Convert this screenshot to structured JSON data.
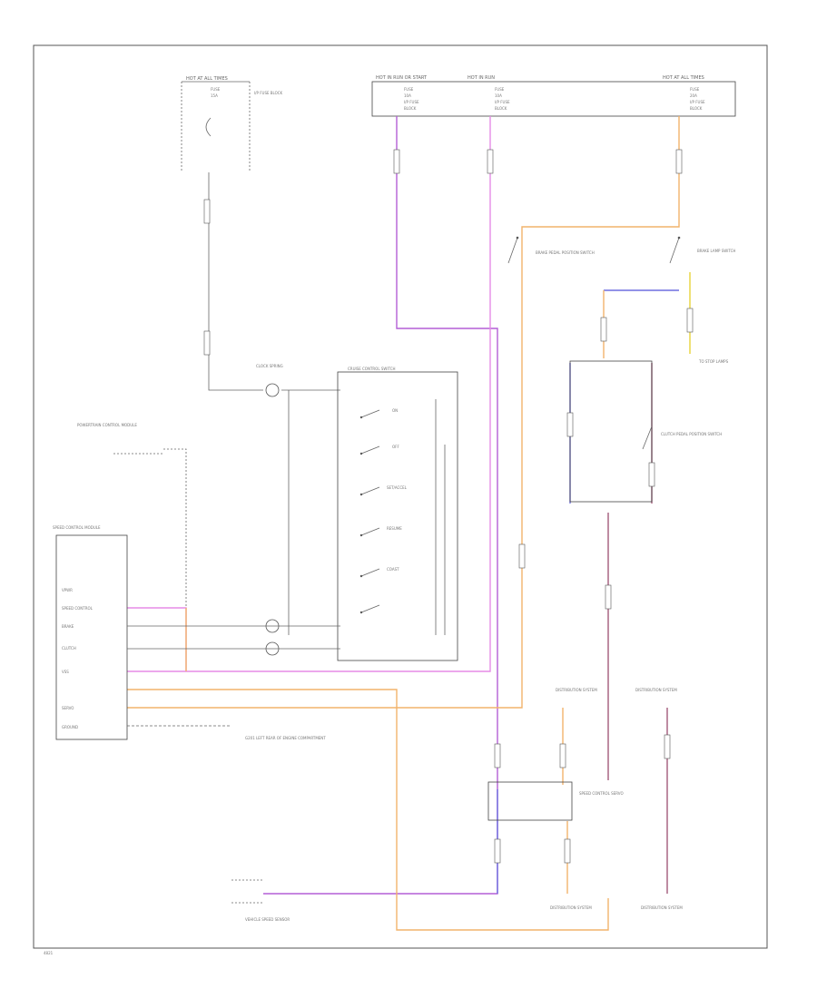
{
  "diagram_code": "4821",
  "top_connectors": {
    "left": [
      "HOT AT ALL TIMES"
    ],
    "left_lines": [
      "FUSE",
      "15A",
      "I/P FUSE BLOCK"
    ],
    "center_header": "HOT IN RUN OR START",
    "center_sub": "HOT IN RUN",
    "right_header": "HOT AT ALL TIMES",
    "center_lines": [
      "FUSE",
      "10A",
      "I/P FUSE",
      "BLOCK"
    ],
    "right_lines": [
      "FUSE",
      "20A",
      "I/P FUSE",
      "BLOCK"
    ]
  },
  "components": {
    "clock_spring": "CLOCK SPRING",
    "cruise_switch": "CRUISE CONTROL SWITCH",
    "brake_switch_1": "BRAKE PEDAL POSITION SWITCH",
    "brake_switch_2": "BRAKE LAMP SWITCH",
    "clutch_switch": "CLUTCH PEDAL POSITION SWITCH",
    "speed_sensor": "VEHICLE SPEED SENSOR",
    "module": "SPEED CONTROL MODULE",
    "servo": "SPEED CONTROL SERVO",
    "pcm": "POWERTRAIN CONTROL MODULE",
    "to_stop_lamps": "TO STOP LAMPS",
    "ground_note": "G201 LEFT REAR OF ENGINE COMPARTMENT"
  },
  "switch_functions": [
    "ON",
    "OFF",
    "SET/ACCEL",
    "RESUME",
    "COAST"
  ],
  "module_pins": [
    "VPWR",
    "SPEED CONTROL",
    "BRAKE",
    "CLUTCH",
    "VSS",
    "SERVO",
    "GROUND"
  ],
  "distribution": [
    "DISTRIBUTION SYSTEM",
    "DISTRIBUTION SYSTEM",
    "DISTRIBUTION SYSTEM",
    "DISTRIBUTION SYSTEM"
  ],
  "colors": {
    "pink": "#e58be6",
    "violet": "#b35fd6",
    "orange": "#f2b36b",
    "blue": "#6f6fe0",
    "yellow": "#e8d23a",
    "wine": "#a35a7a",
    "gray": "#666666"
  }
}
